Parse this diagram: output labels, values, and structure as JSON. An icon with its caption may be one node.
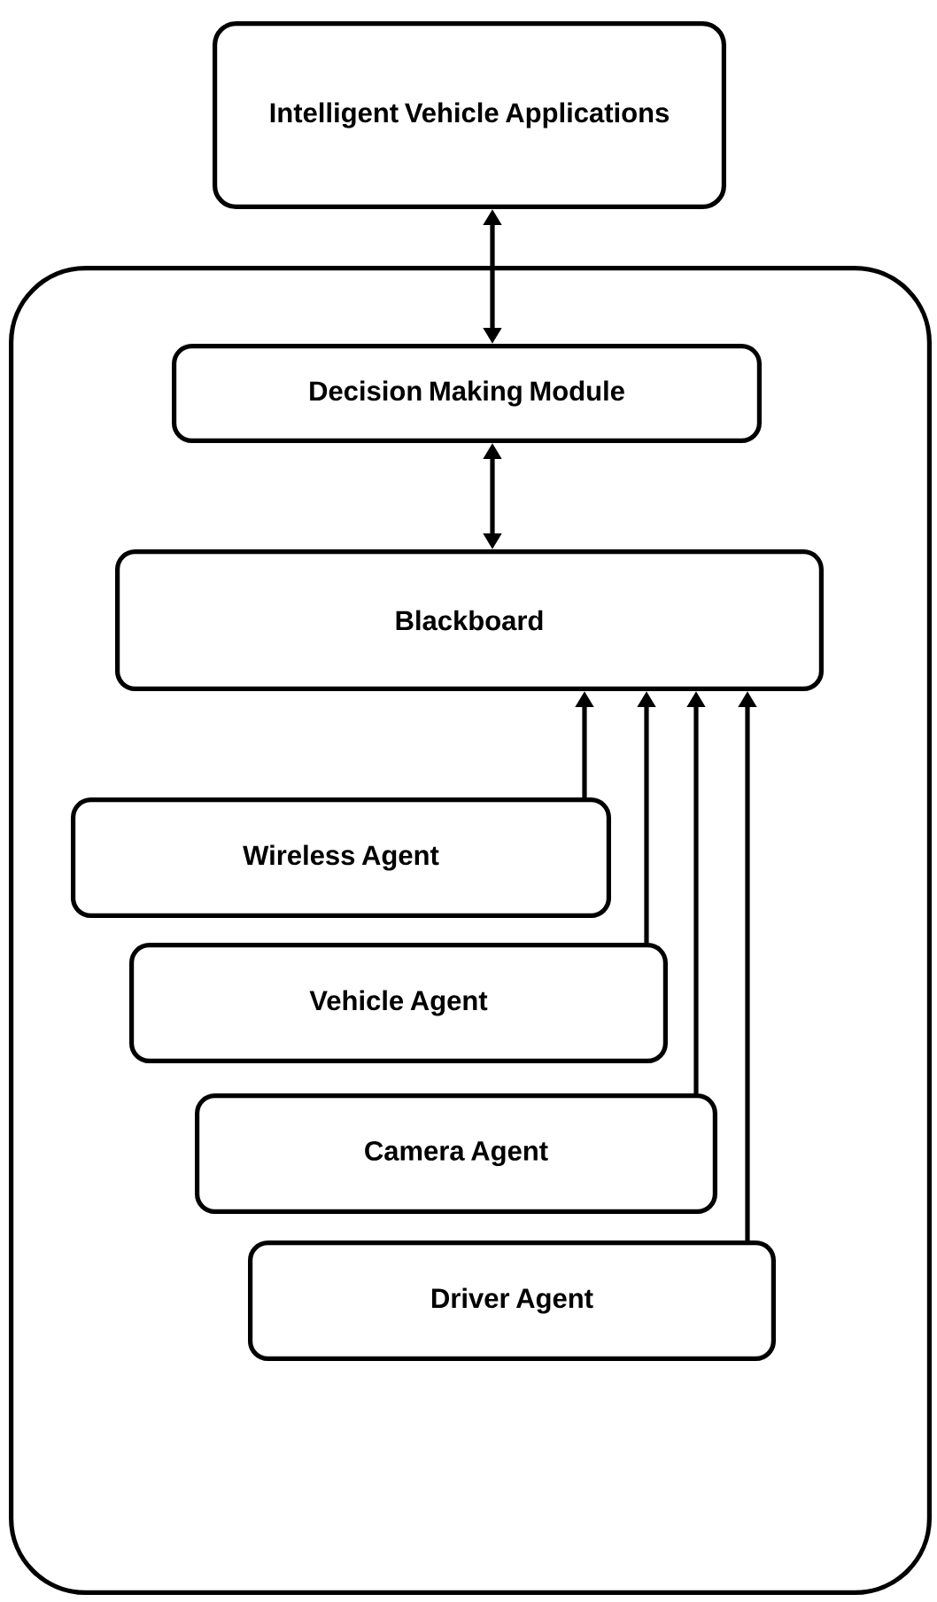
{
  "diagram": {
    "nodes": [
      {
        "text": [
          "Intelligent Vehicle Applications"
        ]
      },
      {
        "text": [],
        "shape": "box"
      },
      {
        "text": [
          "Decision Making Module"
        ],
        "in": 1
      },
      {
        "text": [
          "Blackboard"
        ],
        "in": 1
      },
      {
        "text": [
          "Wireless Agent"
        ],
        "in": 1
      },
      {
        "text": [
          "Vehicle Agent"
        ],
        "in": 1
      },
      {
        "text": [
          "Camera Agent"
        ],
        "in": 1
      },
      {
        "text": [
          "Driver Agent"
        ],
        "in": 1
      }
    ],
    "edges": [
      {
        "from": 0,
        "to": 2,
        "arrow": "both"
      },
      {
        "from": 2,
        "to": 3,
        "arrow": "both"
      },
      {
        "from": 4,
        "to": 3,
        "arrow": "to"
      },
      {
        "from": 5,
        "to": 3,
        "arrow": "to"
      },
      {
        "from": 6,
        "to": 3,
        "arrow": "to"
      },
      {
        "from": 7,
        "to": 3,
        "arrow": "to"
      }
    ]
  }
}
